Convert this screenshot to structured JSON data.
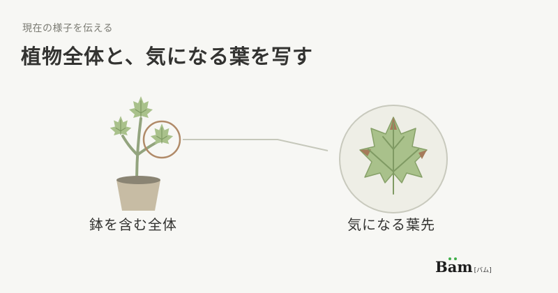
{
  "header": {
    "subtitle": "現在の様子を伝える",
    "title": "植物全体と、気になる葉を写す"
  },
  "captions": {
    "left": "鉢を含む全体",
    "right": "気になる葉先"
  },
  "brand": {
    "logo": "Bäm",
    "logo_sub": "[バム]",
    "accent_color": "#3fae49"
  },
  "colors": {
    "leaf": "#a9c18b",
    "leaf_vein": "#7f9a63",
    "stem": "#93a47e",
    "pot": "#c7bca4",
    "pot_rim": "#8a8473",
    "highlight_ring": "#b08a68",
    "brown_tip": "#a57a5a",
    "zoom_circle_fill": "#eeeee6",
    "zoom_circle_stroke": "#c8c9bd",
    "connector": "#c6c8bb"
  }
}
